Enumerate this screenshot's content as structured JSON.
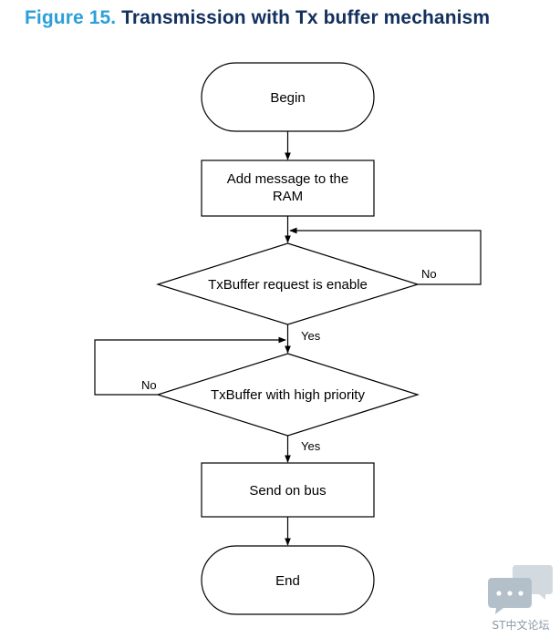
{
  "figure": {
    "number": "Figure 15.",
    "title": "Transmission with Tx buffer mechanism"
  },
  "nodes": {
    "begin": "Begin",
    "add_message_line1": "Add message to the",
    "add_message_line2": "RAM",
    "txbuffer_request": "TxBuffer request is enable",
    "txbuffer_priority": "TxBuffer with high priority",
    "send_on_bus": "Send on bus",
    "end": "End"
  },
  "edges": {
    "request_no": "No",
    "request_yes": "Yes",
    "priority_no": "No",
    "priority_yes": "Yes"
  },
  "watermark": {
    "text": "ST中文论坛"
  },
  "colors": {
    "figure_number": "#2b9fd9",
    "figure_title": "#12305e",
    "watermark": "#8a9aa6"
  }
}
